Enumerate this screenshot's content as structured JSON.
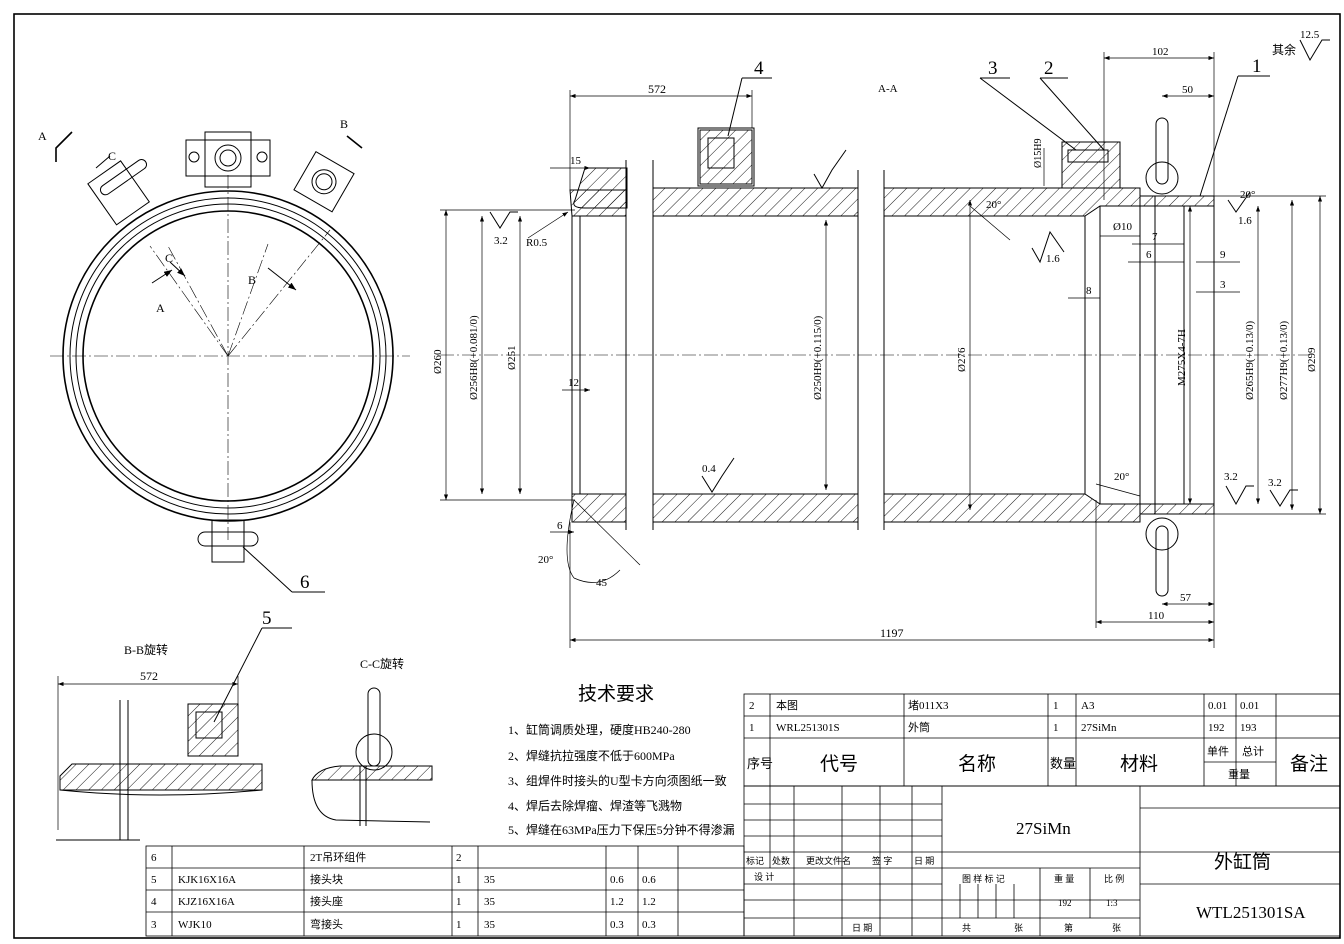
{
  "views": {
    "section_title": "A-A",
    "view_bb": "B-B旋转",
    "view_cc": "C-C旋转",
    "label_a": "A",
    "label_b": "B",
    "label_c": "C"
  },
  "balloons": [
    "1",
    "2",
    "3",
    "4",
    "5",
    "6"
  ],
  "dimensions": {
    "d572": "572",
    "d572b": "572",
    "d102": "102",
    "d50": "50",
    "d15": "15",
    "d12": "12",
    "d6": "6",
    "d20a": "20°",
    "d20b": "20°",
    "d20c": "20°",
    "d20d": "20°",
    "d45": "45",
    "d1197": "1197",
    "d110": "110",
    "d57": "57",
    "d7": "7",
    "d6b": "6",
    "d9": "9",
    "d3": "3",
    "d8": "8",
    "phi10": "Ø10",
    "phi15": "Ø15H9",
    "r05": "R0.5",
    "phi260": "Ø260",
    "phi256": "Ø256H8(+0.081/0)",
    "phi251": "Ø251",
    "phi250": "Ø250H9(+0.115/0)",
    "phi276": "Ø276",
    "m275": "M275X4-7H",
    "phi265": "Ø265H9(+0.13/0)",
    "phi277": "Ø277H9(+0.13/0)",
    "phi299": "Ø299"
  },
  "roughness": {
    "r32a": "3.2",
    "r16a": "1.6",
    "r16b": "1.6",
    "r04": "0.4",
    "r32b": "3.2",
    "r32c": "3.2",
    "r125": "12.5",
    "rest": "其余"
  },
  "tech": {
    "title": "技术要求",
    "items": [
      "1、缸筒调质处理，硬度HB240-280",
      "2、焊缝抗拉强度不低于600MPa",
      "3、组焊件时接头的U型卡方向须图纸一致",
      "4、焊后去除焊瘤、焊渣等飞溅物",
      "5、焊缝在63MPa压力下保压5分钟不得渗漏"
    ]
  },
  "bom_lower": [
    [
      "6",
      "",
      "2T吊环组件",
      "2",
      "",
      "",
      ""
    ],
    [
      "5",
      "KJK16X16A",
      "接头块",
      "1",
      "35",
      "0.6",
      "0.6"
    ],
    [
      "4",
      "KJZ16X16A",
      "接头座",
      "1",
      "35",
      "1.2",
      "1.2"
    ],
    [
      "3",
      "WJK10",
      "弯接头",
      "1",
      "35",
      "0.3",
      "0.3"
    ]
  ],
  "bom_upper": [
    [
      "2",
      "本图",
      "堵011X3",
      "1",
      "A3",
      "0.01",
      "0.01",
      ""
    ],
    [
      "1",
      "WRL251301S",
      "外筒",
      "1",
      "27SiMn",
      "192",
      "193",
      ""
    ]
  ],
  "bom_header": {
    "no": "序号",
    "code": "代号",
    "name": "名称",
    "qty": "数量",
    "material": "材料",
    "unit": "单件",
    "total": "总计",
    "weight": "重量",
    "note": "备注"
  },
  "title_block": {
    "material": "27SiMn",
    "part_name": "外缸筒",
    "drawing_no": "WTL251301SA",
    "mark_cols": [
      "标记",
      "处数",
      "更改文件名",
      "签 字",
      "日 期"
    ],
    "design": "设 计",
    "date": "日 期",
    "stage": "图 样 标 记",
    "weight_label": "重 量",
    "scale_label": "比 例",
    "weight_val": "192",
    "scale_val": "1:3",
    "total_sheets": "共",
    "sheet_unit": "张",
    "sheet_no": "第",
    "sheet_unit2": "张"
  }
}
